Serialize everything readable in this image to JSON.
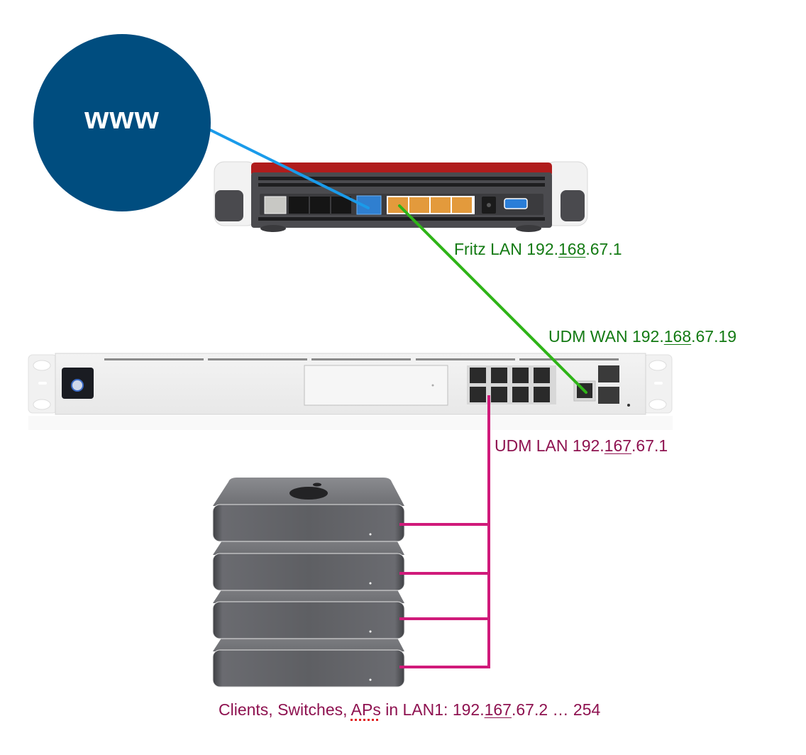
{
  "internet": {
    "label": "www",
    "color": "#004d7f"
  },
  "devices": {
    "router": {
      "name": "fritzbox-router",
      "accent": "#b01c1c"
    },
    "gateway": {
      "name": "udm-pro-gateway"
    },
    "clients": {
      "name": "mac-mini-stack",
      "count": 4
    }
  },
  "links": {
    "internet_to_router": {
      "color": "#1a9bea"
    },
    "router_to_gateway": {
      "color": "#2fb418"
    },
    "gateway_to_clients": {
      "color": "#d01a7a"
    }
  },
  "labels": {
    "fritz_lan": {
      "prefix": "Fritz LAN 192.",
      "subnet": "168",
      "suffix": ".67.1"
    },
    "udm_wan": {
      "prefix": "UDM WAN 192.",
      "subnet": "168",
      "suffix": ".67.19"
    },
    "udm_lan": {
      "prefix": "UDM LAN 192.",
      "subnet": "167",
      "suffix": ".67.1"
    },
    "clients": {
      "part1": "Clients, Switches, ",
      "aps": "APs",
      "part2": " in LAN1: 192.",
      "subnet": "167",
      "suffix": ".67.2 … 254"
    }
  },
  "colors": {
    "green_text": "#137a13",
    "magenta_text": "#8e1250"
  }
}
